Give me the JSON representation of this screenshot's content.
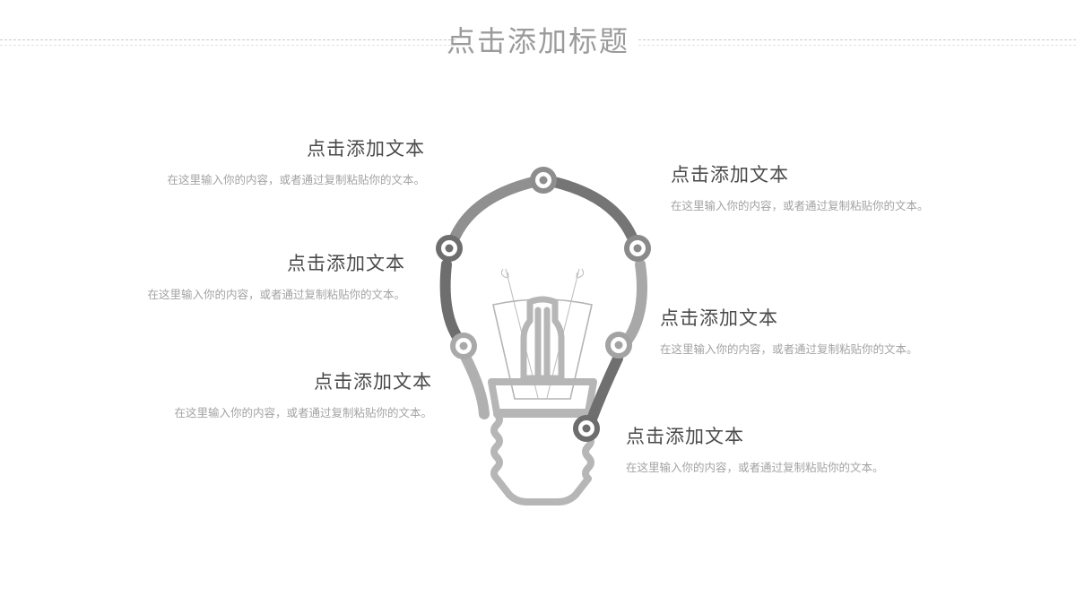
{
  "page": {
    "title": "点击添加标题",
    "background_color": "#ffffff",
    "divider_color": "#c9c9c9",
    "heading_color": "#4a4a4a",
    "body_color": "#a3a3a3",
    "title_color": "#9b9b9b"
  },
  "graphic": {
    "name": "light-bulb-diagram",
    "node_count": 6,
    "arc_colors": [
      "#8a8a8a",
      "#7f7f7f",
      "#6f6f6f",
      "#9c9c9c",
      "#ababab",
      "#bdbdbd"
    ],
    "base_color": "#b6b6b6",
    "filament_color": "#b0b0b0"
  },
  "blocks": [
    {
      "id": "block-1",
      "align": "right",
      "heading": "点击添加文本",
      "body": "在这里输入你的内容，或者通过复制粘贴你的文本。"
    },
    {
      "id": "block-2",
      "align": "right",
      "heading": "点击添加文本",
      "body": "在这里输入你的内容，或者通过复制粘贴你的文本。"
    },
    {
      "id": "block-3",
      "align": "right",
      "heading": "点击添加文本",
      "body": "在这里输入你的内容，或者通过复制粘贴你的文本。"
    },
    {
      "id": "block-4",
      "align": "left",
      "heading": "点击添加文本",
      "body": "在这里输入你的内容，或者通过复制粘贴你的文本。"
    },
    {
      "id": "block-5",
      "align": "left",
      "heading": "点击添加文本",
      "body": "在这里输入你的内容，或者通过复制粘贴你的文本。"
    },
    {
      "id": "block-6",
      "align": "left",
      "heading": "点击添加文本",
      "body": "在这里输入你的内容，或者通过复制粘贴你的文本。"
    }
  ]
}
